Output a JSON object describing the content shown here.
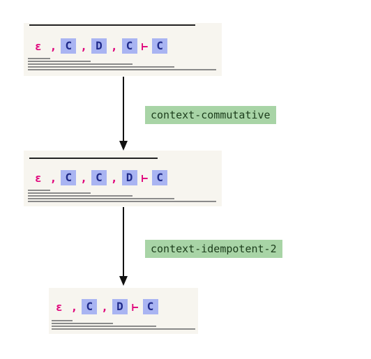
{
  "sequents": [
    {
      "epsilon": "ε",
      "comma": ",",
      "turnstile": "⊢",
      "antecedents": [
        "C",
        "D",
        "C"
      ],
      "consequent": "C"
    },
    {
      "epsilon": "ε",
      "comma": ",",
      "turnstile": "⊢",
      "antecedents": [
        "C",
        "C",
        "D"
      ],
      "consequent": "C"
    },
    {
      "epsilon": "ε",
      "comma": ",",
      "turnstile": "⊢",
      "antecedents": [
        "C",
        "D"
      ],
      "consequent": "C"
    }
  ],
  "rules": [
    {
      "label": "context-commutative"
    },
    {
      "label": "context-idempotent-2"
    }
  ],
  "colors": {
    "symbol": "#e0007a",
    "box_bg": "#a9b4f2",
    "box_text": "#1f2a8a",
    "rule_bg": "#a8d4a6",
    "panel_bg": "#f7f5ef"
  }
}
